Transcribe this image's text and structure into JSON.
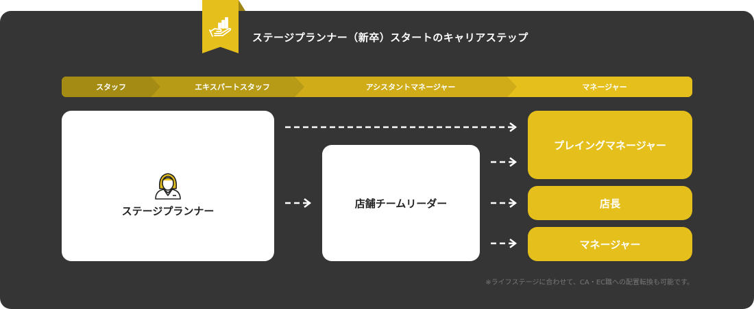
{
  "title": "ステージプランナー（新卒）スタートのキャリアステップ",
  "header_icon": "hand-holding-chart-icon",
  "stages": [
    "スタッフ",
    "エキスパートスタッフ",
    "アシスタントマネージャー",
    "マネージャー"
  ],
  "start_position": {
    "label": "ステージプランナー",
    "icon": "person-icon"
  },
  "intermediate_position": {
    "label": "店舗チームリーダー"
  },
  "destinations": [
    "プレイングマネージャー",
    "店長",
    "マネージャー"
  ],
  "note": "※ライフステージに合わせて、CA・EC職への配置転換も可能です。",
  "colors": {
    "background": "#353535",
    "accent": "#e5bf1b",
    "card": "#ffffff",
    "text_dark": "#222222",
    "note": "#777777"
  }
}
